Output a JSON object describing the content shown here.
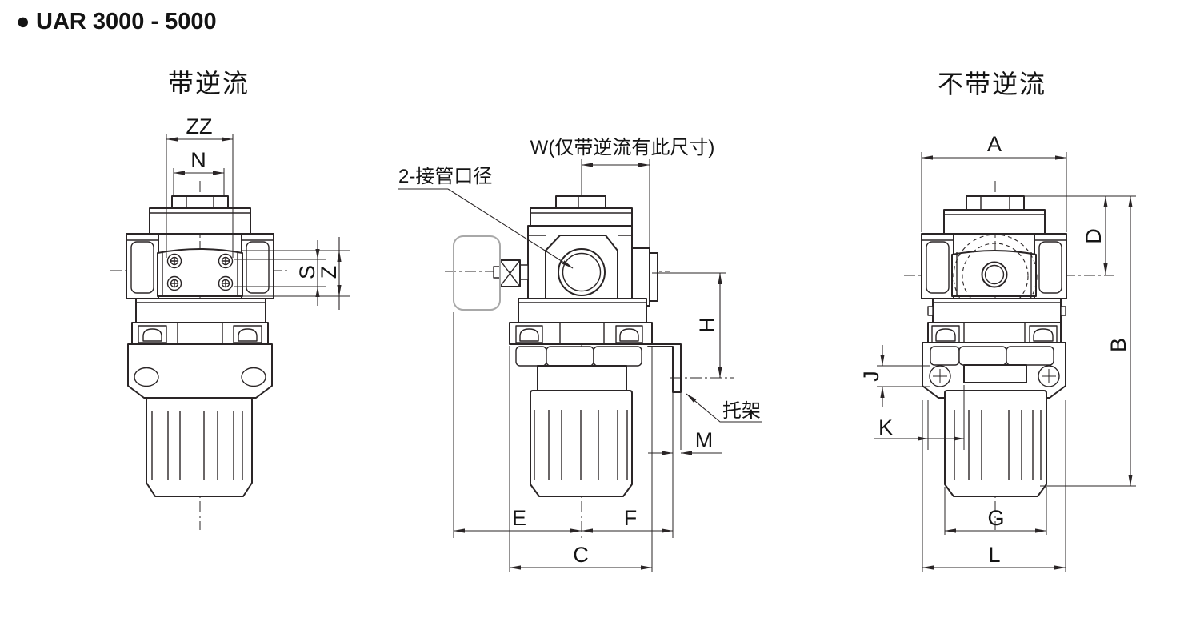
{
  "title": {
    "bullet": "●",
    "text": "UAR 3000 - 5000"
  },
  "views": {
    "left": {
      "caption": "带逆流",
      "dims": {
        "zz": "ZZ",
        "n": "N",
        "s": "S",
        "z": "Z"
      }
    },
    "middle": {
      "labels": {
        "port": "2-接管口径",
        "w": "W(仅带逆流有此尺寸)",
        "bracket": "托架"
      },
      "dims": {
        "h": "H",
        "m": "M",
        "e": "E",
        "f": "F",
        "c": "C"
      }
    },
    "right": {
      "caption": "不带逆流",
      "dims": {
        "a": "A",
        "d": "D",
        "b": "B",
        "j": "J",
        "k": "K",
        "g": "G",
        "l": "L"
      }
    }
  },
  "colors": {
    "line": "#2a2526",
    "phantom": "#a8a8a8",
    "text": "#141414"
  }
}
